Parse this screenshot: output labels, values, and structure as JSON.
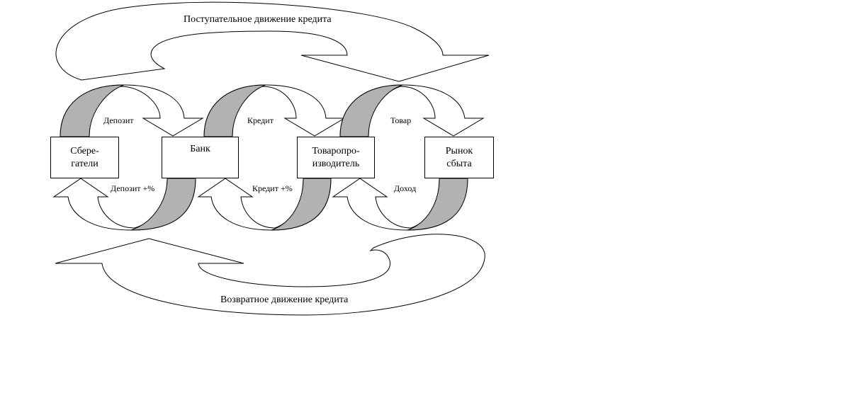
{
  "nodes": {
    "savers": {
      "line1": "Сбере-",
      "line2": "гатели"
    },
    "bank": {
      "line1": "Банк",
      "line2": ""
    },
    "producer": {
      "line1": "Товаропро-",
      "line2": "изводитель"
    },
    "market": {
      "line1": "Рынок",
      "line2": "сбыта"
    }
  },
  "labels": {
    "forward_title": "Поступательное движение кредита",
    "return_title": "Возвратное движение кредита",
    "deposit": "Депозит",
    "credit": "Кредит",
    "goods": "Товар",
    "deposit_pct": "Депозит +%",
    "credit_pct": "Кредит +%",
    "income": "Доход"
  },
  "colors": {
    "shade": "#b2b2b2",
    "stroke": "#000000",
    "background": "#ffffff"
  }
}
